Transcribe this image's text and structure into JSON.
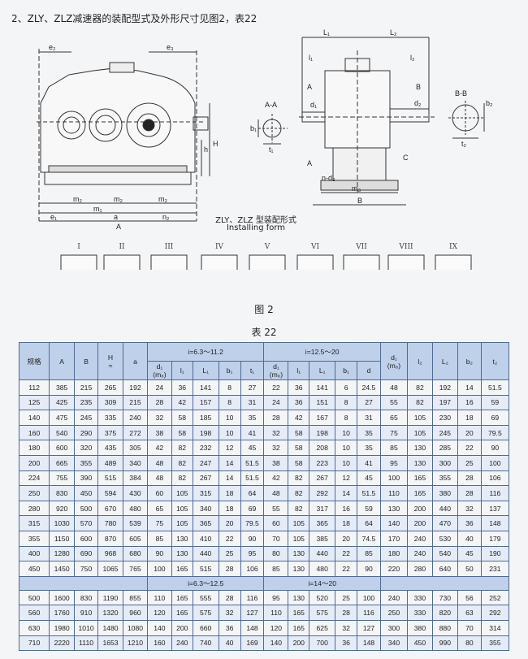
{
  "heading": "2、ZLY、ZLZ减速器的装配型式及外形尺寸见图2，表22",
  "drawing": {
    "left_labels": {
      "e2": "e₂",
      "e3": "e₃",
      "H": "H",
      "h": "h",
      "m2a": "m₂",
      "m2b": "m₂",
      "m1": "m₁",
      "m2c": "m₂",
      "e1": "e₁",
      "a": "a",
      "n2": "n₂",
      "A": "A"
    },
    "section_aa": {
      "title": "A-A",
      "b1": "b₁",
      "t1": "t₁"
    },
    "side_labels": {
      "L1": "L₁",
      "L2": "L₂",
      "l1": "l₁",
      "l2": "l₂",
      "A1": "A",
      "A2": "A",
      "B": "B",
      "d1": "d₁",
      "d2": "d₂",
      "C": "C",
      "n_d3": "n-d₃",
      "m3": "m₃",
      "Bbottom": "B"
    },
    "section_bb": {
      "title": "B-B",
      "b2": "b₂",
      "t2": "t₂"
    },
    "caption_cn": "ZLY、ZLZ 型装配形式",
    "caption_en": "Installing form",
    "forms": [
      "I",
      "II",
      "III",
      "IV",
      "V",
      "VI",
      "VII",
      "VIII",
      "IX"
    ]
  },
  "figure_label": "图 2",
  "table_title": "表 22",
  "table": {
    "head": {
      "spec": "规格",
      "A": "A",
      "B": "B",
      "H": "H",
      "H_sub": "≈",
      "a": "a",
      "group1": "i=6.3～11.2",
      "group2": "i=12.5～20",
      "d1": "d₁",
      "d1_sub": "(m₆)",
      "l1": "l₁",
      "L1": "L₁",
      "b1": "b₁",
      "t1": "t₁",
      "d": "d",
      "d2": "d₁",
      "d2_sub": "(m₆)",
      "l2": "l₂",
      "L2": "L₂",
      "b2": "b₂",
      "t2": "t₂"
    },
    "band1": {
      "g1": "i=6.3～12.5",
      "g2": "i=14～20"
    },
    "rows_a": [
      [
        "112",
        "385",
        "215",
        "265",
        "192",
        "24",
        "36",
        "141",
        "8",
        "27",
        "22",
        "36",
        "141",
        "6",
        "24.5",
        "48",
        "82",
        "192",
        "14",
        "51.5"
      ],
      [
        "125",
        "425",
        "235",
        "309",
        "215",
        "28",
        "42",
        "157",
        "8",
        "31",
        "24",
        "36",
        "151",
        "8",
        "27",
        "55",
        "82",
        "197",
        "16",
        "59"
      ],
      [
        "140",
        "475",
        "245",
        "335",
        "240",
        "32",
        "58",
        "185",
        "10",
        "35",
        "28",
        "42",
        "167",
        "8",
        "31",
        "65",
        "105",
        "230",
        "18",
        "69"
      ],
      [
        "160",
        "540",
        "290",
        "375",
        "272",
        "38",
        "58",
        "198",
        "10",
        "41",
        "32",
        "58",
        "198",
        "10",
        "35",
        "75",
        "105",
        "245",
        "20",
        "79.5"
      ],
      [
        "180",
        "600",
        "320",
        "435",
        "305",
        "42",
        "82",
        "232",
        "12",
        "45",
        "32",
        "58",
        "208",
        "10",
        "35",
        "85",
        "130",
        "285",
        "22",
        "90"
      ],
      [
        "200",
        "665",
        "355",
        "489",
        "340",
        "48",
        "82",
        "247",
        "14",
        "51.5",
        "38",
        "58",
        "223",
        "10",
        "41",
        "95",
        "130",
        "300",
        "25",
        "100"
      ],
      [
        "224",
        "755",
        "390",
        "515",
        "384",
        "48",
        "82",
        "267",
        "14",
        "51.5",
        "42",
        "82",
        "267",
        "12",
        "45",
        "100",
        "165",
        "355",
        "28",
        "106"
      ],
      [
        "250",
        "830",
        "450",
        "594",
        "430",
        "60",
        "105",
        "315",
        "18",
        "64",
        "48",
        "82",
        "292",
        "14",
        "51.5",
        "110",
        "165",
        "380",
        "28",
        "116"
      ],
      [
        "280",
        "920",
        "500",
        "670",
        "480",
        "65",
        "105",
        "340",
        "18",
        "69",
        "55",
        "82",
        "317",
        "16",
        "59",
        "130",
        "200",
        "440",
        "32",
        "137"
      ],
      [
        "315",
        "1030",
        "570",
        "780",
        "539",
        "75",
        "105",
        "365",
        "20",
        "79.5",
        "60",
        "105",
        "365",
        "18",
        "64",
        "140",
        "200",
        "470",
        "36",
        "148"
      ],
      [
        "355",
        "1150",
        "600",
        "870",
        "605",
        "85",
        "130",
        "410",
        "22",
        "90",
        "70",
        "105",
        "385",
        "20",
        "74.5",
        "170",
        "240",
        "530",
        "40",
        "179"
      ],
      [
        "400",
        "1280",
        "690",
        "968",
        "680",
        "90",
        "130",
        "440",
        "25",
        "95",
        "80",
        "130",
        "440",
        "22",
        "85",
        "180",
        "240",
        "540",
        "45",
        "190"
      ],
      [
        "450",
        "1450",
        "750",
        "1065",
        "765",
        "100",
        "165",
        "515",
        "28",
        "106",
        "85",
        "130",
        "480",
        "22",
        "90",
        "220",
        "280",
        "640",
        "50",
        "231"
      ]
    ],
    "rows_b": [
      [
        "500",
        "1600",
        "830",
        "1190",
        "855",
        "110",
        "165",
        "555",
        "28",
        "116",
        "95",
        "130",
        "520",
        "25",
        "100",
        "240",
        "330",
        "730",
        "56",
        "252"
      ],
      [
        "560",
        "1760",
        "910",
        "1320",
        "960",
        "120",
        "165",
        "575",
        "32",
        "127",
        "110",
        "165",
        "575",
        "28",
        "116",
        "250",
        "330",
        "820",
        "63",
        "292"
      ],
      [
        "630",
        "1980",
        "1010",
        "1480",
        "1080",
        "140",
        "200",
        "660",
        "36",
        "148",
        "120",
        "165",
        "625",
        "32",
        "127",
        "300",
        "380",
        "880",
        "70",
        "314"
      ],
      [
        "710",
        "2220",
        "1110",
        "1653",
        "1210",
        "160",
        "240",
        "740",
        "40",
        "169",
        "140",
        "200",
        "700",
        "36",
        "148",
        "340",
        "450",
        "990",
        "80",
        "355"
      ]
    ]
  }
}
